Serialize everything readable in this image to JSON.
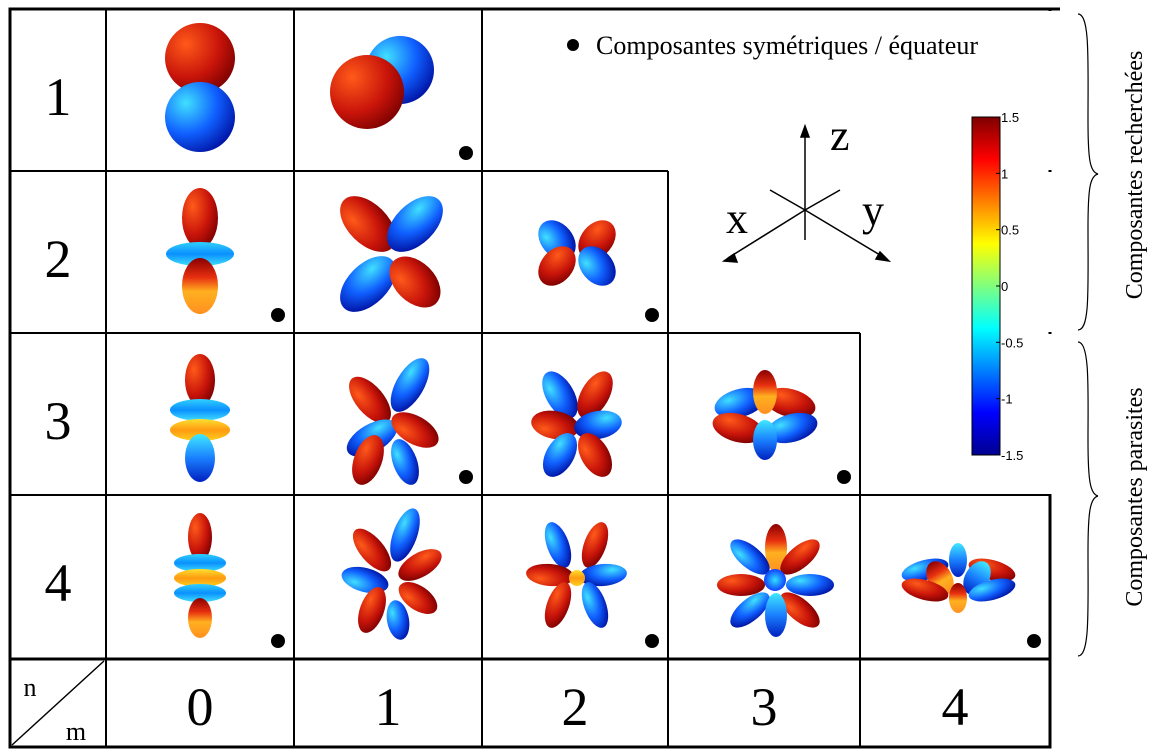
{
  "legend": {
    "symmetric_label": "Composantes symétriques / équateur"
  },
  "axes": {
    "z_label": "z",
    "x_label": "x",
    "y_label": "y"
  },
  "colorbar": {
    "colormap": "jet",
    "range": [
      -1.5,
      1.5
    ],
    "ticks": [
      "1.5",
      "1",
      "0.5",
      "0",
      "-0.5",
      "-1",
      "-1.5"
    ]
  },
  "brackets": {
    "upper_label": "Composantes recherchées",
    "lower_label": "Composantes parasites"
  },
  "table": {
    "corner": {
      "n_label": "n",
      "m_label": "m"
    },
    "rows": [
      {
        "n": "1",
        "cells": [
          {
            "m": 0,
            "symmetric": false
          },
          {
            "m": 1,
            "symmetric": true
          }
        ]
      },
      {
        "n": "2",
        "cells": [
          {
            "m": 0,
            "symmetric": true
          },
          {
            "m": 1,
            "symmetric": false
          },
          {
            "m": 2,
            "symmetric": true
          }
        ]
      },
      {
        "n": "3",
        "cells": [
          {
            "m": 0,
            "symmetric": false
          },
          {
            "m": 1,
            "symmetric": true
          },
          {
            "m": 2,
            "symmetric": false
          },
          {
            "m": 3,
            "symmetric": true
          }
        ]
      },
      {
        "n": "4",
        "cells": [
          {
            "m": 0,
            "symmetric": true
          },
          {
            "m": 1,
            "symmetric": false
          },
          {
            "m": 2,
            "symmetric": true
          },
          {
            "m": 3,
            "symmetric": false
          },
          {
            "m": 4,
            "symmetric": true
          }
        ]
      }
    ],
    "m_labels": [
      "0",
      "1",
      "2",
      "3",
      "4"
    ]
  }
}
